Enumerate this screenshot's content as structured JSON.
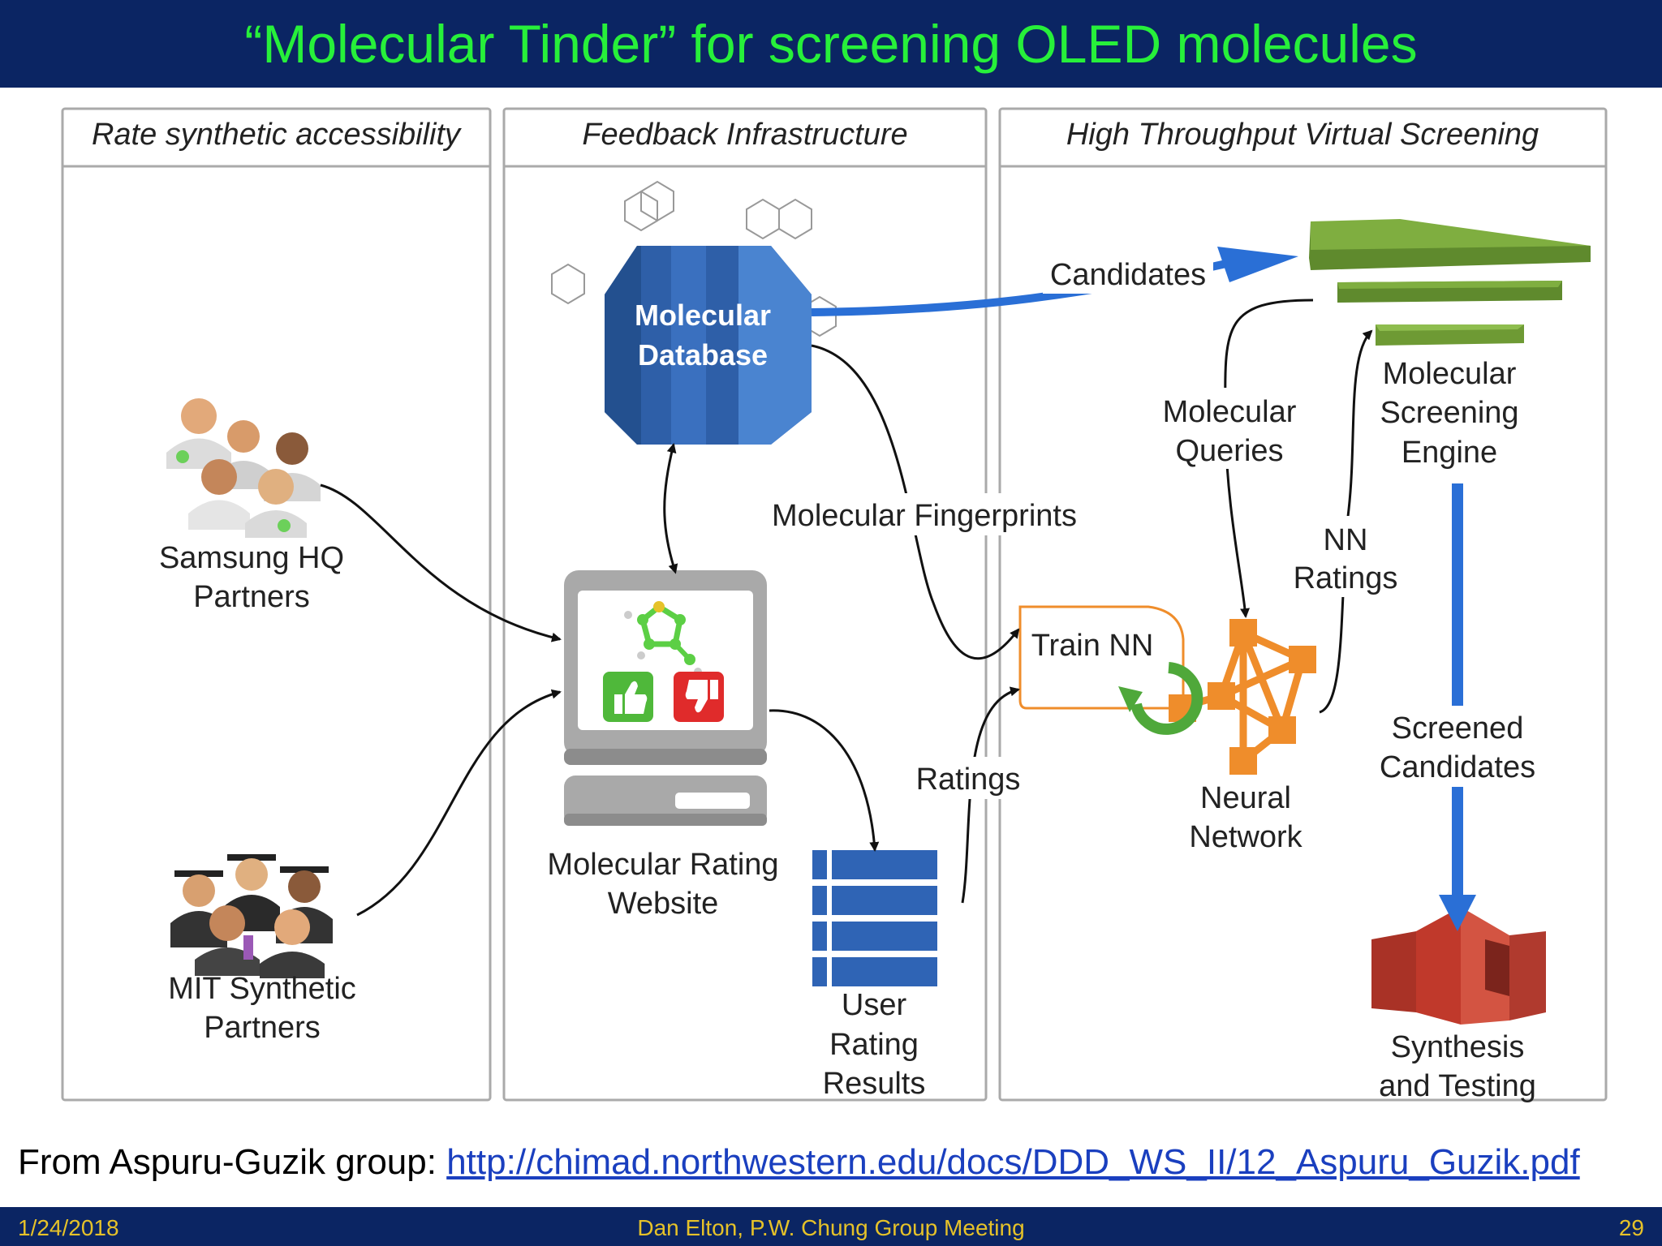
{
  "title": "“Molecular Tinder” for screening OLED molecules",
  "panels": {
    "left_header": "Rate synthetic accessibility",
    "middle_header": "Feedback Infrastructure",
    "right_header": "High Throughput Virtual Screening"
  },
  "nodes": {
    "samsung_line1": "Samsung HQ",
    "samsung_line2": "Partners",
    "mit_line1": "MIT Synthetic",
    "mit_line2": "Partners",
    "db_line1": "Molecular",
    "db_line2": "Database",
    "website_line1": "Molecular Rating",
    "website_line2": "Website",
    "results_line1": "User",
    "results_line2": "Rating",
    "results_line3": "Results",
    "train_nn": "Train NN",
    "nn_line1": "Neural",
    "nn_line2": "Network",
    "engine_line1": "Molecular",
    "engine_line2": "Screening",
    "engine_line3": "Engine",
    "synth_line1": "Synthesis",
    "synth_line2": "and Testing"
  },
  "edges": {
    "candidates": "Candidates",
    "fingerprints": "Molecular Fingerprints",
    "queries_line1": "Molecular",
    "queries_line2": "Queries",
    "nn_ratings_line1": "NN",
    "nn_ratings_line2": "Ratings",
    "ratings": "Ratings",
    "screened_line1": "Screened",
    "screened_line2": "Candidates"
  },
  "source": {
    "prefix": "From Aspuru-Guzik group: ",
    "link": "http://chimad.northwestern.edu/docs/DDD_WS_II/12_Aspuru_Guzik.pdf"
  },
  "footer": {
    "date": "1/24/2018",
    "center": "Dan Elton, P.W. Chung Group Meeting",
    "page": "29"
  },
  "colors": {
    "title_bar": "#0b2563",
    "title_text": "#27f03a",
    "footer_text": "#e6c229",
    "arrow_blue": "#2a6fd6",
    "engine_green": "#6e9a34",
    "nn_orange": "#ef8d2b",
    "synth_red": "#c0392b",
    "db_blue": "#2e5fa8"
  }
}
